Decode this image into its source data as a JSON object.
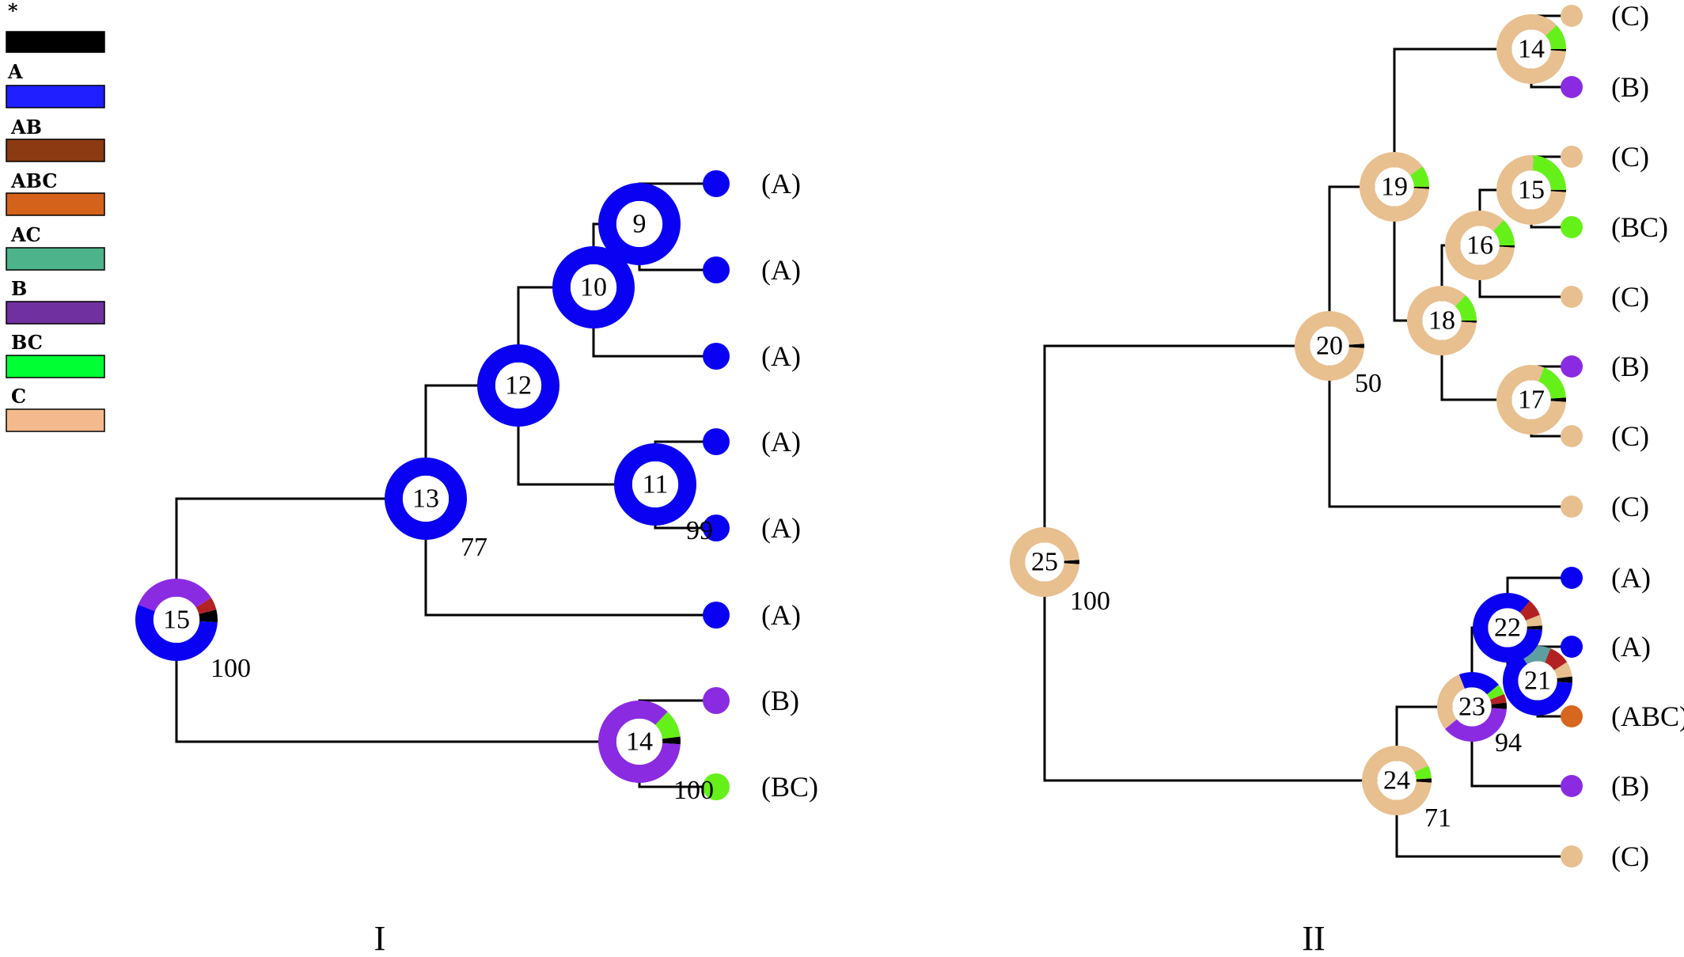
{
  "colors": {
    "*": "#000000",
    "A": "#0a00f2",
    "AB": "#8b3a12",
    "ABC": "#d7661e",
    "AC": "#4db38a",
    "B": "#8a2be2",
    "BC": "#66f01a",
    "C": "#e8bf8f",
    "ring-AB": "#b22222",
    "ring-AC": "#5f9ea0",
    "branch": "#000000"
  },
  "legend": [
    {
      "label": "*",
      "color": "#000000"
    },
    {
      "label": "A",
      "color": "#1f1fff"
    },
    {
      "label": "AB",
      "color": "#8b3a12"
    },
    {
      "label": "ABC",
      "color": "#d5621a"
    },
    {
      "label": "AC",
      "color": "#4db38a"
    },
    {
      "label": "B",
      "color": "#7030a0"
    },
    {
      "label": "BC",
      "color": "#00ff33"
    },
    {
      "label": "C",
      "color": "#f5b98e"
    }
  ],
  "panels": [
    {
      "label": "I",
      "nodes": [
        {
          "id": "9",
          "label": "9",
          "composition": {
            "A": 1.0
          }
        },
        {
          "id": "10",
          "label": "10",
          "composition": {
            "A": 1.0
          }
        },
        {
          "id": "11",
          "label": "11",
          "composition": {
            "A": 1.0
          },
          "support": "99"
        },
        {
          "id": "12",
          "label": "12",
          "composition": {
            "A": 1.0
          }
        },
        {
          "id": "13",
          "label": "13",
          "composition": {
            "A": 1.0
          },
          "support": "77"
        },
        {
          "id": "14",
          "label": "14",
          "composition": {
            "B": 0.86,
            "BC": 0.11,
            "*": 0.03
          },
          "support": "100"
        },
        {
          "id": "15",
          "label": "15",
          "composition": {
            "A": 0.55,
            "B": 0.35,
            "AB": 0.05,
            "*": 0.05
          },
          "support": "100"
        }
      ],
      "tips": [
        {
          "label": "(A)",
          "area": "A"
        },
        {
          "label": "(A)",
          "area": "A"
        },
        {
          "label": "(A)",
          "area": "A"
        },
        {
          "label": "(A)",
          "area": "A"
        },
        {
          "label": "(A)",
          "area": "A"
        },
        {
          "label": "(A)",
          "area": "A"
        },
        {
          "label": "(B)",
          "area": "B"
        },
        {
          "label": "(BC)",
          "area": "BC"
        }
      ]
    },
    {
      "label": "II",
      "nodes": [
        {
          "id": "14",
          "label": "14",
          "composition": {
            "C": 0.87,
            "BC": 0.12,
            "*": 0.01
          }
        },
        {
          "id": "15",
          "label": "15",
          "composition": {
            "C": 0.75,
            "BC": 0.24,
            "*": 0.01
          }
        },
        {
          "id": "16",
          "label": "16",
          "composition": {
            "C": 0.86,
            "BC": 0.13,
            "*": 0.01
          }
        },
        {
          "id": "17",
          "label": "17",
          "composition": {
            "C": 0.8,
            "BC": 0.18,
            "*": 0.02
          }
        },
        {
          "id": "18",
          "label": "18",
          "composition": {
            "C": 0.86,
            "BC": 0.13,
            "*": 0.01
          }
        },
        {
          "id": "19",
          "label": "19",
          "composition": {
            "C": 0.89,
            "BC": 0.1,
            "*": 0.01
          }
        },
        {
          "id": "20",
          "label": "20",
          "composition": {
            "C": 0.98,
            "*": 0.02
          },
          "support": "50"
        },
        {
          "id": "21",
          "label": "21",
          "composition": {
            "A": 0.65,
            "AC": 0.15,
            "AB": 0.1,
            "C": 0.07,
            "*": 0.03
          }
        },
        {
          "id": "22",
          "label": "22",
          "composition": {
            "A": 0.85,
            "AB": 0.08,
            "C": 0.05,
            "*": 0.02
          }
        },
        {
          "id": "23",
          "label": "23",
          "composition": {
            "B": 0.38,
            "C": 0.3,
            "A": 0.2,
            "BC": 0.05,
            "AB": 0.04,
            "*": 0.03
          },
          "support": "94"
        },
        {
          "id": "24",
          "label": "24",
          "composition": {
            "C": 0.92,
            "BC": 0.06,
            "*": 0.02
          },
          "support": "71"
        },
        {
          "id": "25",
          "label": "25",
          "composition": {
            "C": 0.98,
            "*": 0.02
          },
          "support": "100"
        }
      ],
      "tips": [
        {
          "label": "(C)",
          "area": "C"
        },
        {
          "label": "(B)",
          "area": "B"
        },
        {
          "label": "(C)",
          "area": "C"
        },
        {
          "label": "(BC)",
          "area": "BC"
        },
        {
          "label": "(C)",
          "area": "C"
        },
        {
          "label": "(B)",
          "area": "B"
        },
        {
          "label": "(C)",
          "area": "C"
        },
        {
          "label": "(C)",
          "area": "C"
        },
        {
          "label": "(A)",
          "area": "A"
        },
        {
          "label": "(A)",
          "area": "A"
        },
        {
          "label": "(ABC)",
          "area": "ABC"
        },
        {
          "label": "(B)",
          "area": "B"
        },
        {
          "label": "(C)",
          "area": "C"
        }
      ]
    }
  ]
}
